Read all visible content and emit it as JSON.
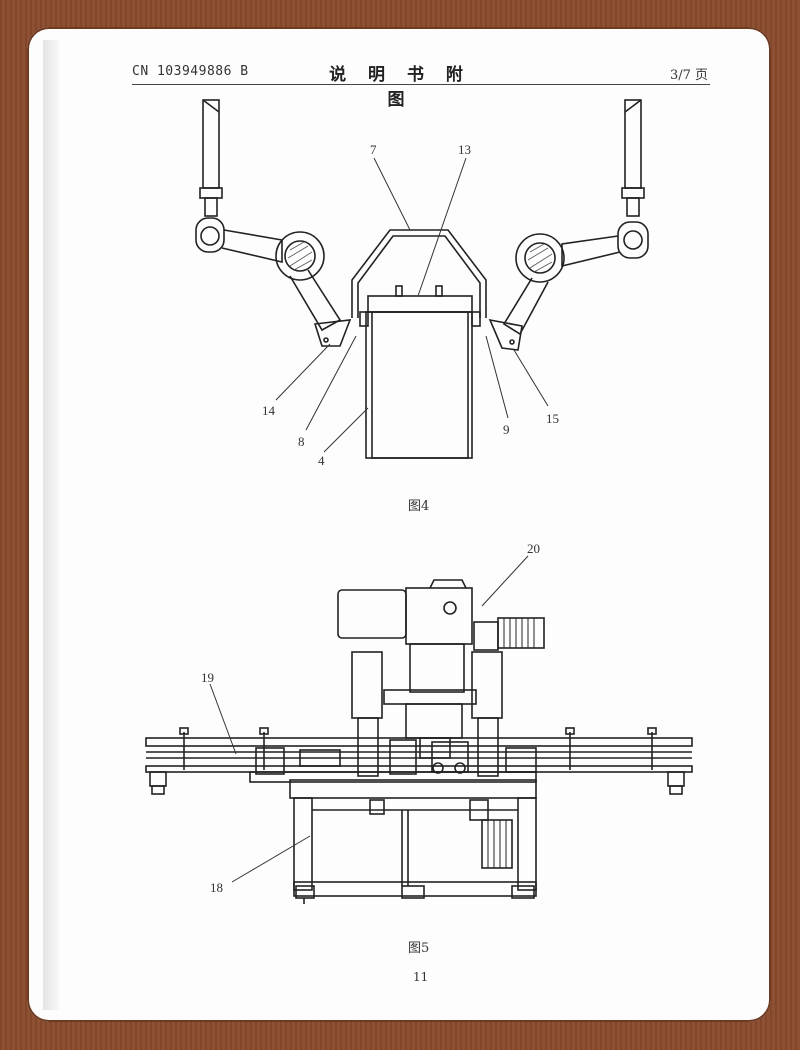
{
  "header": {
    "patent_number": "CN 103949886 B",
    "title": "说 明 书 附 图",
    "sheet": "3/7 页"
  },
  "figure4": {
    "caption": "图4",
    "labels": [
      "7",
      "13",
      "14",
      "8",
      "4",
      "9",
      "15"
    ]
  },
  "figure5": {
    "caption": "图5",
    "labels": [
      "20",
      "19",
      "18"
    ]
  },
  "page_number": "11"
}
